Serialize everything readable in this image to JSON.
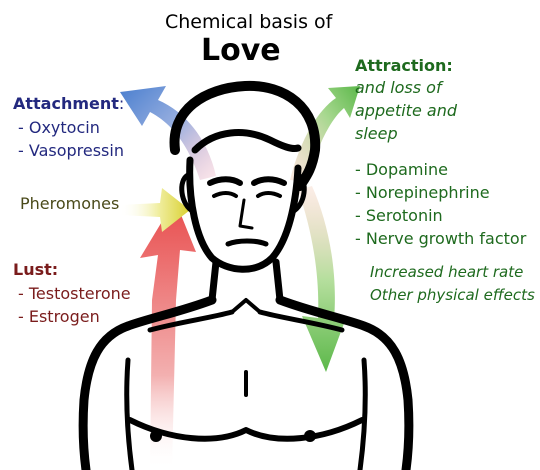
{
  "title": {
    "line1": "Chemical basis of",
    "line2": "Love"
  },
  "attachment": {
    "heading": "Attachment",
    "items": [
      "- Oxytocin",
      "- Vasopressin"
    ]
  },
  "pheromones": {
    "label": "Pheromones"
  },
  "lust": {
    "heading": "Lust:",
    "items": [
      "- Testosterone",
      "- Estrogen"
    ]
  },
  "attraction": {
    "heading": "Attraction:",
    "subtitle": [
      "and loss of",
      "appetite and",
      "sleep"
    ],
    "items": [
      "- Dopamine",
      "- Norepinephrine",
      "- Serotonin",
      "- Nerve growth factor"
    ]
  },
  "effects": {
    "lines": [
      "Increased heart rate",
      "Other physical effects"
    ]
  },
  "colors": {
    "attachment": "#23297f",
    "lust": "#7a1c1c",
    "attraction": "#1e6a1e",
    "pheromones": "#4a4a1a",
    "arrow_red": "#e84c4c",
    "arrow_blue": "#4a7fcf",
    "arrow_green": "#5cb84a",
    "arrow_yellow": "#d9d030"
  }
}
